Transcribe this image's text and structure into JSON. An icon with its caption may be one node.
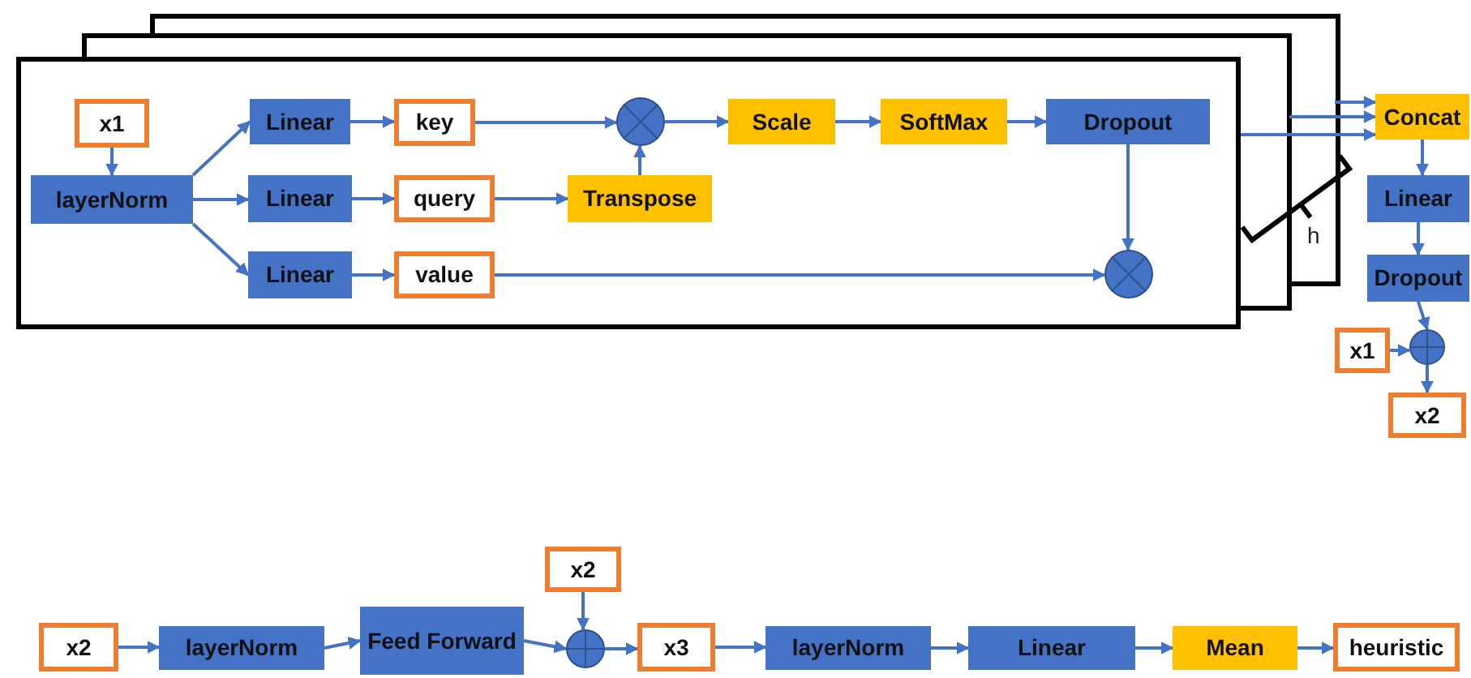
{
  "diagram": {
    "nodes": [
      {
        "text": [],
        "shape": "box"
      },
      {
        "text": [
          "x1"
        ],
        "in": 0
      },
      {
        "text": [
          "layerNorm"
        ],
        "in": 0
      },
      {
        "text": [
          "Linear"
        ],
        "in": 0
      },
      {
        "text": [
          "Linear"
        ],
        "in": 0
      },
      {
        "text": [
          "Linear"
        ],
        "in": 0
      },
      {
        "text": [
          "key"
        ],
        "in": 0
      },
      {
        "text": [
          "query"
        ],
        "in": 0
      },
      {
        "text": [
          "value"
        ],
        "in": 0
      },
      {
        "text": [],
        "shape": "circle",
        "in": 0
      },
      {
        "text": [
          "Transpose"
        ],
        "in": 0
      },
      {
        "text": [
          "Scale"
        ],
        "in": 0
      },
      {
        "text": [
          "SoftMax"
        ],
        "in": 0
      },
      {
        "text": [
          "Dropout"
        ],
        "in": 0
      },
      {
        "text": [],
        "shape": "circle",
        "in": 0
      },
      {
        "text": [
          "Concat"
        ]
      },
      {
        "text": [
          "Linear"
        ]
      },
      {
        "text": [
          "Dropout"
        ]
      },
      {
        "text": [
          "x1"
        ]
      },
      {
        "text": [],
        "shape": "circle"
      },
      {
        "text": [
          "x2"
        ]
      },
      {
        "text": [
          "x2"
        ]
      },
      {
        "text": [
          "layerNorm"
        ]
      },
      {
        "text": [
          "Feed Forward"
        ]
      },
      {
        "text": [
          "x2"
        ]
      },
      {
        "text": [],
        "shape": "circle"
      },
      {
        "text": [
          "x3"
        ]
      },
      {
        "text": [
          "layerNorm"
        ]
      },
      {
        "text": [
          "Linear"
        ]
      },
      {
        "text": [
          "Mean"
        ]
      },
      {
        "text": [
          "heuristic"
        ]
      }
    ],
    "edges": [
      {
        "from": 1,
        "to": 2,
        "arrow": "to"
      },
      {
        "from": 2,
        "to": 3,
        "arrow": "to"
      },
      {
        "from": 2,
        "to": 4,
        "arrow": "to"
      },
      {
        "from": 2,
        "to": 5,
        "arrow": "to"
      },
      {
        "from": 3,
        "to": 6,
        "arrow": "to"
      },
      {
        "from": 4,
        "to": 7,
        "arrow": "to"
      },
      {
        "from": 5,
        "to": 8,
        "arrow": "to"
      },
      {
        "from": 6,
        "to": 9,
        "arrow": "to"
      },
      {
        "from": 7,
        "to": 10,
        "arrow": "to"
      },
      {
        "from": 10,
        "to": 9,
        "arrow": "to"
      },
      {
        "from": 9,
        "to": 11,
        "arrow": "to"
      },
      {
        "from": 11,
        "to": 12,
        "arrow": "to"
      },
      {
        "from": 12,
        "to": 13,
        "arrow": "to"
      },
      {
        "from": 13,
        "to": 14,
        "arrow": "to"
      },
      {
        "from": 8,
        "to": 14,
        "arrow": "to"
      },
      {
        "from": null,
        "to": 15,
        "arrow": "to"
      },
      {
        "from": null,
        "to": 15,
        "arrow": "to"
      },
      {
        "from": 0,
        "to": 15,
        "arrow": "to"
      },
      {
        "from": 15,
        "to": 16,
        "arrow": "to"
      },
      {
        "from": 16,
        "to": 17,
        "arrow": "to"
      },
      {
        "from": 17,
        "to": 19,
        "arrow": "to"
      },
      {
        "from": 18,
        "to": 19,
        "arrow": "to"
      },
      {
        "from": 19,
        "to": 20,
        "arrow": "to"
      },
      {
        "from": 21,
        "to": 22,
        "arrow": "to"
      },
      {
        "from": 22,
        "to": 23,
        "arrow": "to"
      },
      {
        "from": 23,
        "to": 25,
        "arrow": "to"
      },
      {
        "from": 24,
        "to": 25,
        "arrow": "to"
      },
      {
        "from": 25,
        "to": 26,
        "arrow": "to"
      },
      {
        "from": 26,
        "to": 27,
        "arrow": "to"
      },
      {
        "from": 27,
        "to": 28,
        "arrow": "to"
      },
      {
        "from": 28,
        "to": 29,
        "arrow": "to"
      },
      {
        "from": 29,
        "to": 30,
        "arrow": "to"
      }
    ],
    "labels": [
      "h"
    ]
  }
}
